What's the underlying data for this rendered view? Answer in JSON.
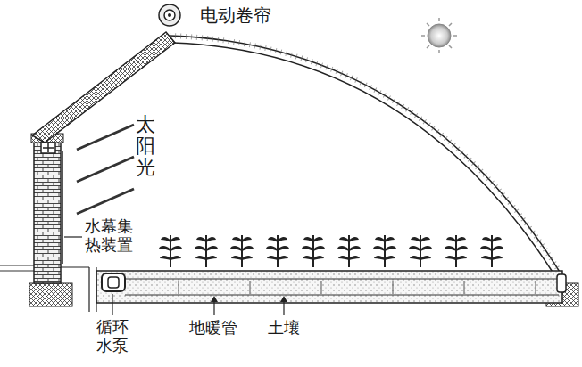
{
  "diagram": {
    "labels": [
      "电动卷帘",
      "太阳光",
      "水幕集 热装置",
      "循环 水泵",
      "地暖管",
      "土壤"
    ]
  }
}
